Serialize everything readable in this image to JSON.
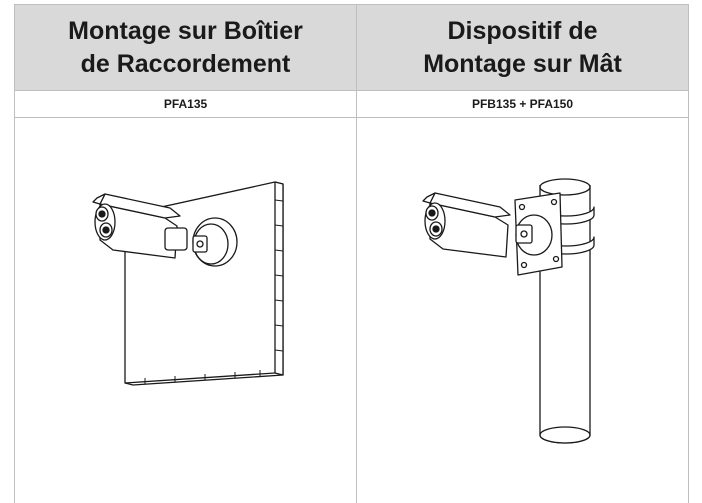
{
  "columns": [
    {
      "header_line1": "Montage sur Boîtier",
      "header_line2": "de Raccordement",
      "model": "PFA135"
    },
    {
      "header_line1": "Dispositif de",
      "header_line2": "Montage sur Mât",
      "model": "PFB135 + PFA150"
    }
  ]
}
